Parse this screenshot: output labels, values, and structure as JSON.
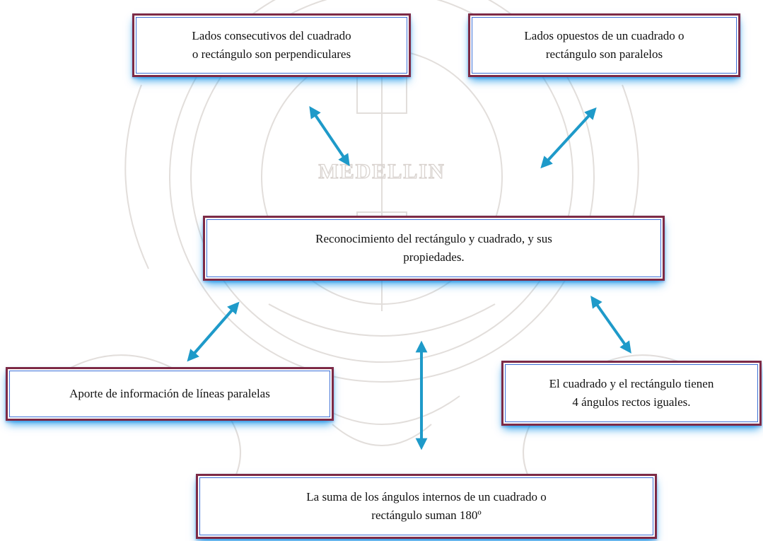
{
  "watermark": {
    "text": "MEDELLIN",
    "color": "#d9d3cf"
  },
  "colors": {
    "arrow": "#1e9ac9",
    "box_border": "#7d2a46",
    "box_glow": "#008ce6"
  },
  "nodes": {
    "center": {
      "line1": "Reconocimiento del rectángulo y cuadrado, y sus",
      "line2": "propiedades."
    },
    "top_left": {
      "line1": "Lados consecutivos del cuadrado",
      "line2": "o rectángulo son perpendiculares"
    },
    "top_right": {
      "line1": "Lados opuestos de un cuadrado o",
      "line2": "rectángulo son paralelos"
    },
    "left": {
      "line1": "Aporte de información de líneas paralelas"
    },
    "right": {
      "line1": "El cuadrado y el rectángulo tienen",
      "line2": "4 ángulos rectos iguales."
    },
    "bottom": {
      "line1": "La suma de los ángulos internos de un cuadrado o",
      "line2": "rectángulo suman 180º"
    }
  }
}
